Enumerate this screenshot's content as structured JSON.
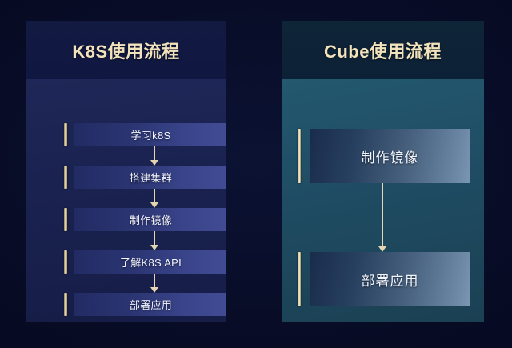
{
  "slide": {
    "background_color": "#070b24",
    "accent_color": "#efe0bb",
    "panels": [
      {
        "id": "k8s",
        "title": "K8S使用流程",
        "header_color": "#111a40",
        "body_color": "#1a2250",
        "box_color_start": "#222b63",
        "box_color_end": "#414c95",
        "steps": [
          {
            "label": "学习k8S"
          },
          {
            "label": "搭建集群"
          },
          {
            "label": "制作镜像"
          },
          {
            "label": "了解K8S API"
          },
          {
            "label": "部署应用"
          }
        ],
        "arrow_count": 4
      },
      {
        "id": "cube",
        "title": "Cube使用流程",
        "header_color": "#0e2236",
        "body_color": "#1f4c63",
        "box_color_start": "#1a2c4c",
        "box_color_end": "#7b96b1",
        "steps": [
          {
            "label": "制作镜像"
          },
          {
            "label": "部署应用"
          }
        ],
        "arrow_count": 1
      }
    ]
  }
}
